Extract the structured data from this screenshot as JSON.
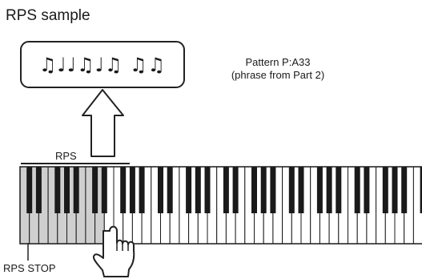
{
  "title": "RPS sample",
  "phrase_notation": "♫♩♩♫♩♫ ♫♫",
  "pattern_label": "Pattern P:A33",
  "phrase_label": "(phrase from Part 2)",
  "rps_range_label": "RPS",
  "rps_stop_label": "RPS STOP",
  "icons": [
    "up-arrow-icon",
    "pointing-hand-icon"
  ],
  "colors": {
    "ink": "#1a1a1a",
    "shade": "#cfcfcf",
    "paper": "#ffffff"
  },
  "keyboard": {
    "white_key_count": 45,
    "shaded_white_keys": 9
  }
}
